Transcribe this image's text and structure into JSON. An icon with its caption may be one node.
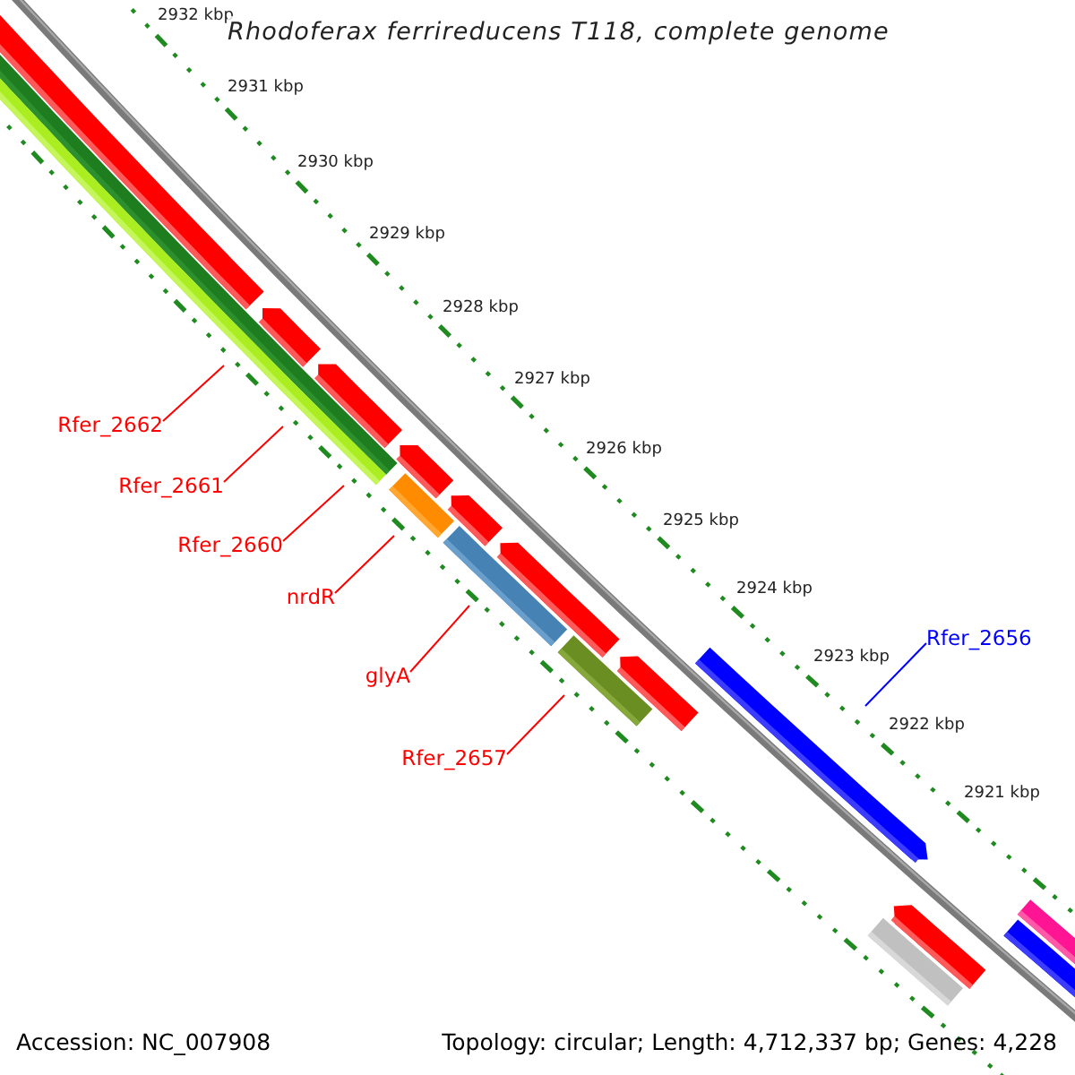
{
  "diagram": {
    "title": "Rhodoferax ferrireducens T118, complete genome",
    "nodes": [
      {
        "text": [
          "Rfer_2662"
        ]
      },
      {
        "text": [
          "Rfer_2661"
        ]
      },
      {
        "text": [
          "Rfer_2660"
        ]
      },
      {
        "text": [
          "nrdR"
        ]
      },
      {
        "text": [
          "Rfer_2656"
        ]
      },
      {
        "text": [
          "glyA"
        ]
      },
      {
        "text": [
          "Rfer_2657"
        ]
      }
    ],
    "edges": [
      {
        "from": 0,
        "to": null,
        "arrow": "none"
      },
      {
        "from": 1,
        "to": null,
        "arrow": "none"
      },
      {
        "from": 2,
        "to": null,
        "arrow": "none"
      },
      {
        "from": 3,
        "to": null,
        "arrow": "none"
      },
      {
        "from": 4,
        "to": null,
        "arrow": "none",
        "color": "#0000ff"
      },
      {
        "from": 5,
        "to": null,
        "arrow": "none"
      },
      {
        "from": 6,
        "to": null,
        "arrow": "none"
      }
    ],
    "labels": [
      "2932 kbp",
      "2931 kbp",
      "2930 kbp",
      "2929 kbp",
      "2928 kbp",
      "2927 kbp",
      "2926 kbp",
      "2925 kbp",
      "2924 kbp",
      "2923 kbp",
      "2922 kbp",
      "2921 kbp",
      "Accession: NC_007908",
      "Topology: circular; Length: 4,712,337 bp; Genes: 4,228"
    ]
  }
}
